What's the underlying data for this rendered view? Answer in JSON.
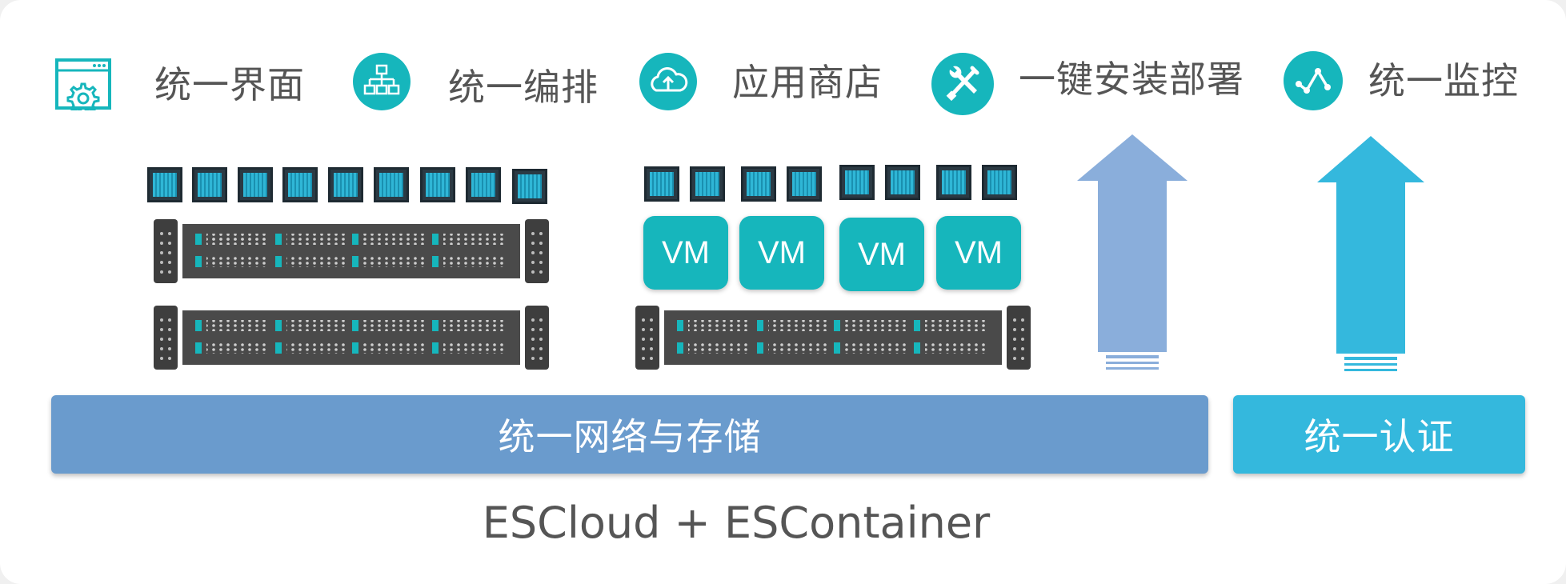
{
  "features": [
    {
      "label": "统一界面",
      "icon": "ui-window-gear-icon"
    },
    {
      "label": "统一编排",
      "icon": "orchestration-tree-icon"
    },
    {
      "label": "应用商店",
      "icon": "cloud-upload-icon"
    },
    {
      "label": "一键安装部署",
      "icon": "wrench-screwdriver-icon"
    },
    {
      "label": "统一监控",
      "icon": "monitoring-graph-icon"
    }
  ],
  "vm_label": "VM",
  "bars": {
    "network_storage": "统一网络与存储",
    "auth": "统一认证"
  },
  "footer": "ESCloud + ESContainer",
  "colors": {
    "teal": "#16b6bc",
    "network_bar": "#6a9bcd",
    "auth_bar": "#34b8dd",
    "arrow_light": "#8aaedb",
    "arrow_dark": "#34b8dd",
    "text": "#555555"
  }
}
